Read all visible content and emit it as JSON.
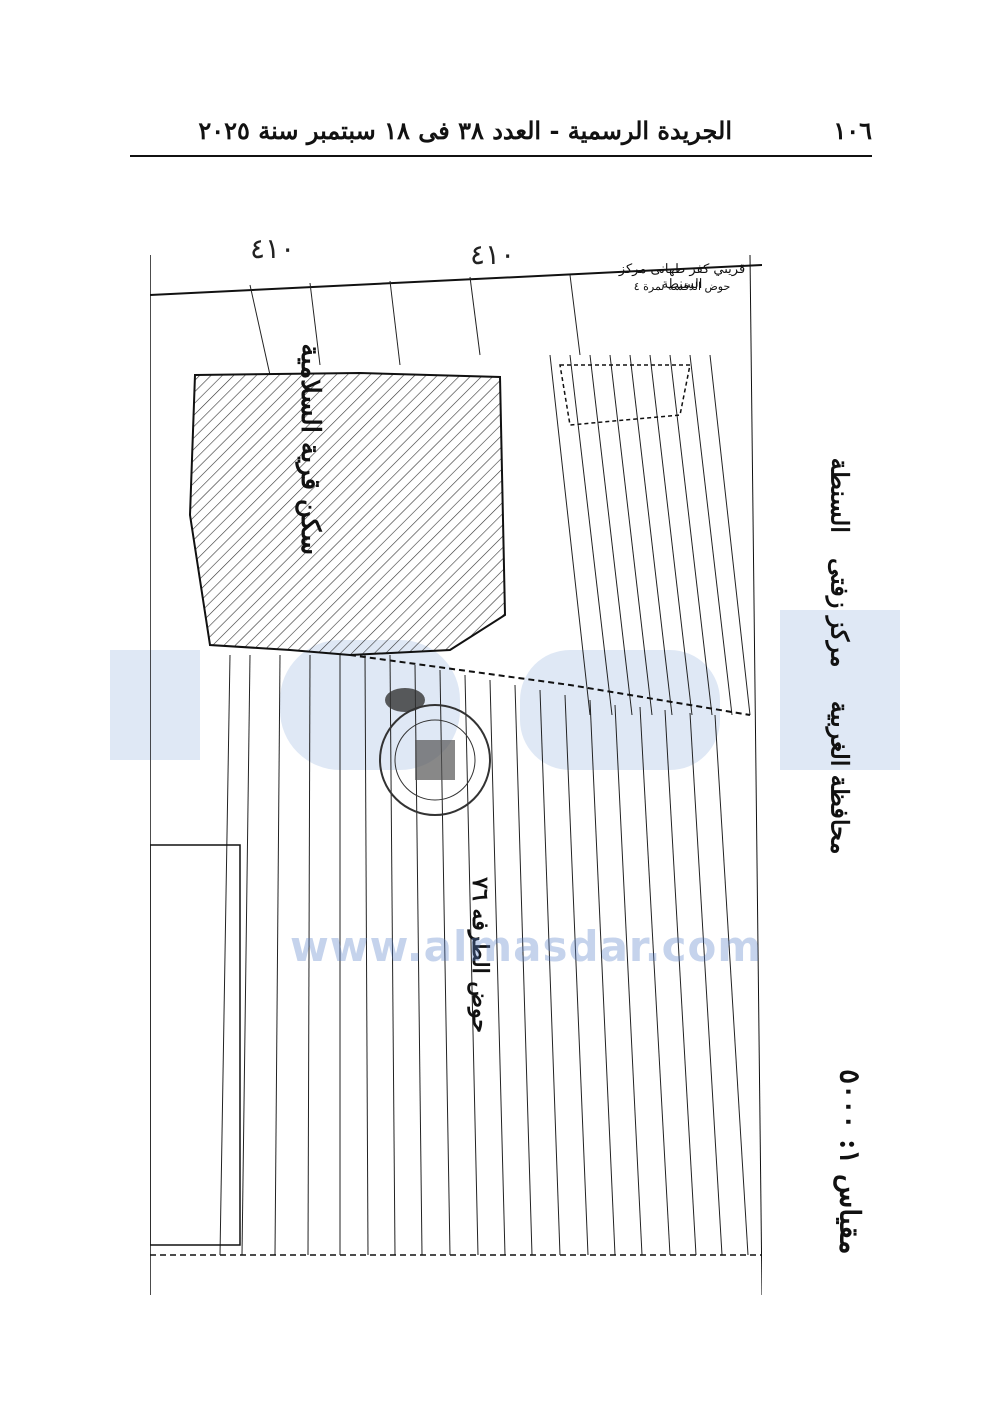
{
  "header": {
    "page_number": "١٠٦",
    "running_title": "الجريدة الرسمية - العدد ٣٨ فى ١٨ سبتمبر سنة ٢٠٢٥"
  },
  "map": {
    "governorate_line": "محافظة الغربية",
    "markaz_line": "مركز زفتى",
    "markaz_sub": "السنطة",
    "scale": "مقياس ١: ٥٠٠٠",
    "top_note": "قريتي كفر طهانى مركز السنطة",
    "top_note2": "حوض الدقسه نمرة ٤",
    "village_label": "سكن قرية السلامية",
    "hod_label": "حوض الطرفه ٧٦",
    "hand_top_1": "٤١٠",
    "hand_top_2": "٤١٠"
  },
  "watermark": {
    "url": "www.almasdar.com"
  }
}
